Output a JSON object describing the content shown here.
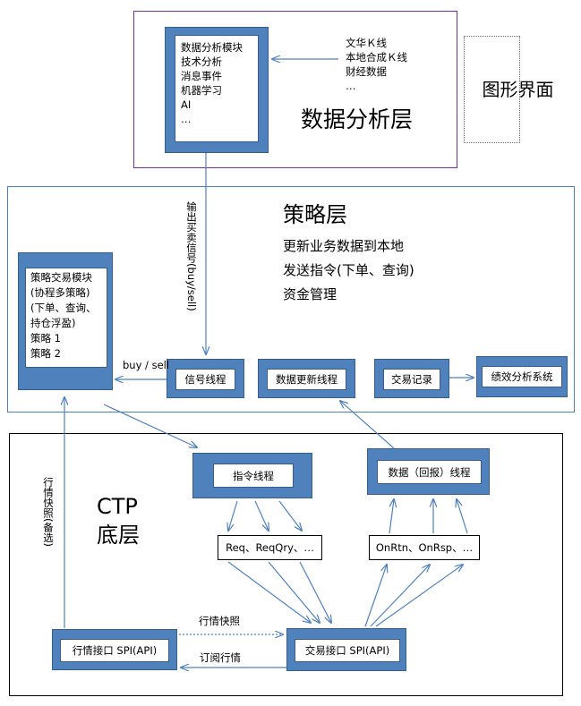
{
  "analysis_layer": {
    "title": "数据分析层",
    "module_lines": [
      "数据分析模块",
      "技术分析",
      "消息事件",
      "机器学习",
      "AI",
      "…"
    ],
    "data_source_lines": [
      "文华Ｋ线",
      "本地合成Ｋ线",
      "财经数据",
      "…"
    ]
  },
  "gui_label": "图形界面",
  "strategy_layer": {
    "title": "策略层",
    "desc_lines": [
      "更新业务数据到本地",
      "发送指令(下单、查询)",
      "资金管理"
    ],
    "module_lines": [
      "策略交易模块",
      "(协程多策略)",
      "(下单、查询、",
      "持仓浮盈)",
      "策略 1",
      "策略 2"
    ],
    "signal_thread": "信号线程",
    "data_update_thread": "数据更新线程",
    "trade_record": "交易记录",
    "performance_system": "绩效分析系统",
    "buy_sell_label": "buy / sell",
    "output_signal_label": "输出买卖信号(buy/sell)"
  },
  "ctp_layer": {
    "title_lines": [
      "CTP",
      "底层"
    ],
    "command_thread": "指令线程",
    "data_return_thread": "数据（回报）线程",
    "req_label": "Req、ReqQry、…",
    "rtn_label": "OnRtn、OnRsp、…",
    "market_api": "行情接口 SPI(API)",
    "trade_api": "交易接口 SPI(API)",
    "market_snapshot_label": "行情快照",
    "subscribe_label": "订阅行情",
    "snapshot_backup_label": "行情快照(备选)"
  },
  "colors": {
    "box_fill": "#4f81bd",
    "analysis_frame": "#7030a0",
    "strategy_frame": "#4f81bd",
    "arrow": "#4f81bd"
  }
}
